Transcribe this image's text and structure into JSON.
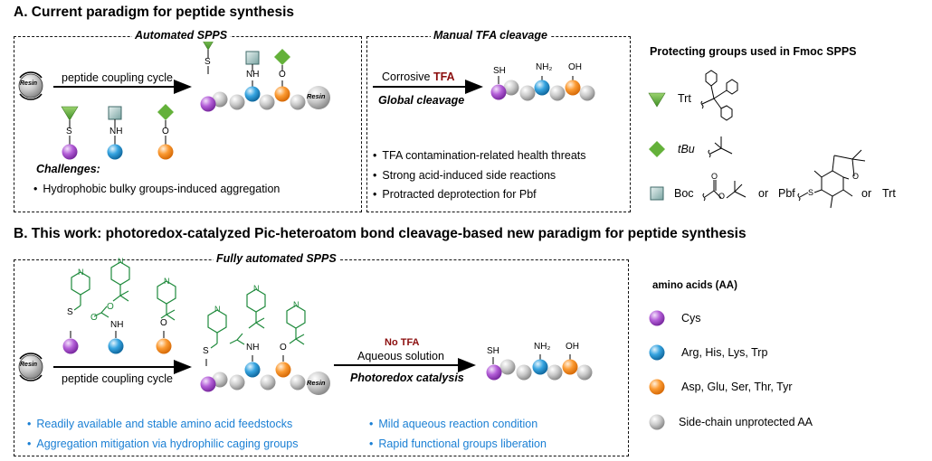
{
  "section_a": {
    "title": "A. Current paradigm for peptide synthesis",
    "automated_box": {
      "label": "Automated SPPS",
      "arrow_label": "peptide coupling cycle",
      "resin_label": "Resin",
      "atoms": {
        "s": "S",
        "nh": "NH",
        "o": "O"
      },
      "challenges_title": "Challenges:",
      "challenges": [
        "Hydrophobic bulky groups-induced aggregation"
      ]
    },
    "manual_box": {
      "label": "Manual TFA cleavage",
      "reagent_prefix": "Corrosive ",
      "reagent_highlight": "TFA",
      "arrow_below": "Global cleavage",
      "atoms": {
        "sh": "SH",
        "nh2": "NH₂",
        "oh": "OH"
      },
      "issues": [
        "TFA contamination-related health threats",
        "Strong acid-induced side reactions",
        "Protracted deprotection for Pbf"
      ]
    },
    "protecting_groups": {
      "title": "Protecting groups used in Fmoc SPPS",
      "items": [
        {
          "shape": "triangle",
          "name": "Trt"
        },
        {
          "shape": "diamond",
          "name": "tBu"
        },
        {
          "shape": "square",
          "name": "Boc",
          "alternatives": [
            "or",
            "Pbf",
            "or",
            "Trt"
          ]
        }
      ]
    }
  },
  "section_b": {
    "title": "B. This work: photoredox-catalyzed Pic-heteroatom bond cleavage-based new paradigm for peptide synthesis",
    "box": {
      "label": "Fully automated SPPS",
      "arrow_label": "peptide coupling cycle",
      "resin_label": "Resin",
      "atoms": {
        "n": "N",
        "s": "S",
        "o": "O",
        "nh": "NH",
        "sh": "SH",
        "nh2": "NH₂",
        "oh": "OH"
      },
      "cond_top": "No TFA",
      "cond_mid": "Aqueous solution",
      "cond_bottom": "Photoredox catalysis",
      "advantages_left": [
        "Readily available and stable amino acid feedstocks",
        "Aggregation mitigation via hydrophilic caging groups"
      ],
      "advantages_right": [
        "Mild aqueous reaction condition",
        "Rapid functional groups liberation"
      ]
    },
    "legend": {
      "title": "amino acids (AA)",
      "items": [
        {
          "color": "purple",
          "label": "Cys"
        },
        {
          "color": "blue",
          "label": "Arg, His, Lys, Trp"
        },
        {
          "color": "orange",
          "label": "Asp, Glu, Ser, Thr, Tyr"
        },
        {
          "color": "gray",
          "label": "Side-chain unprotected AA"
        }
      ]
    }
  },
  "colors": {
    "purple": "#9b3fc4",
    "blue": "#1d8fd0",
    "orange": "#f7891c",
    "gray": "#b8b8b8",
    "green": "#5aa832",
    "teal_square": "#8ab0ae",
    "pic_green": "#1f8a3c",
    "tfa_red": "#8b0d0d",
    "advantage_blue": "#1a7fd4"
  }
}
